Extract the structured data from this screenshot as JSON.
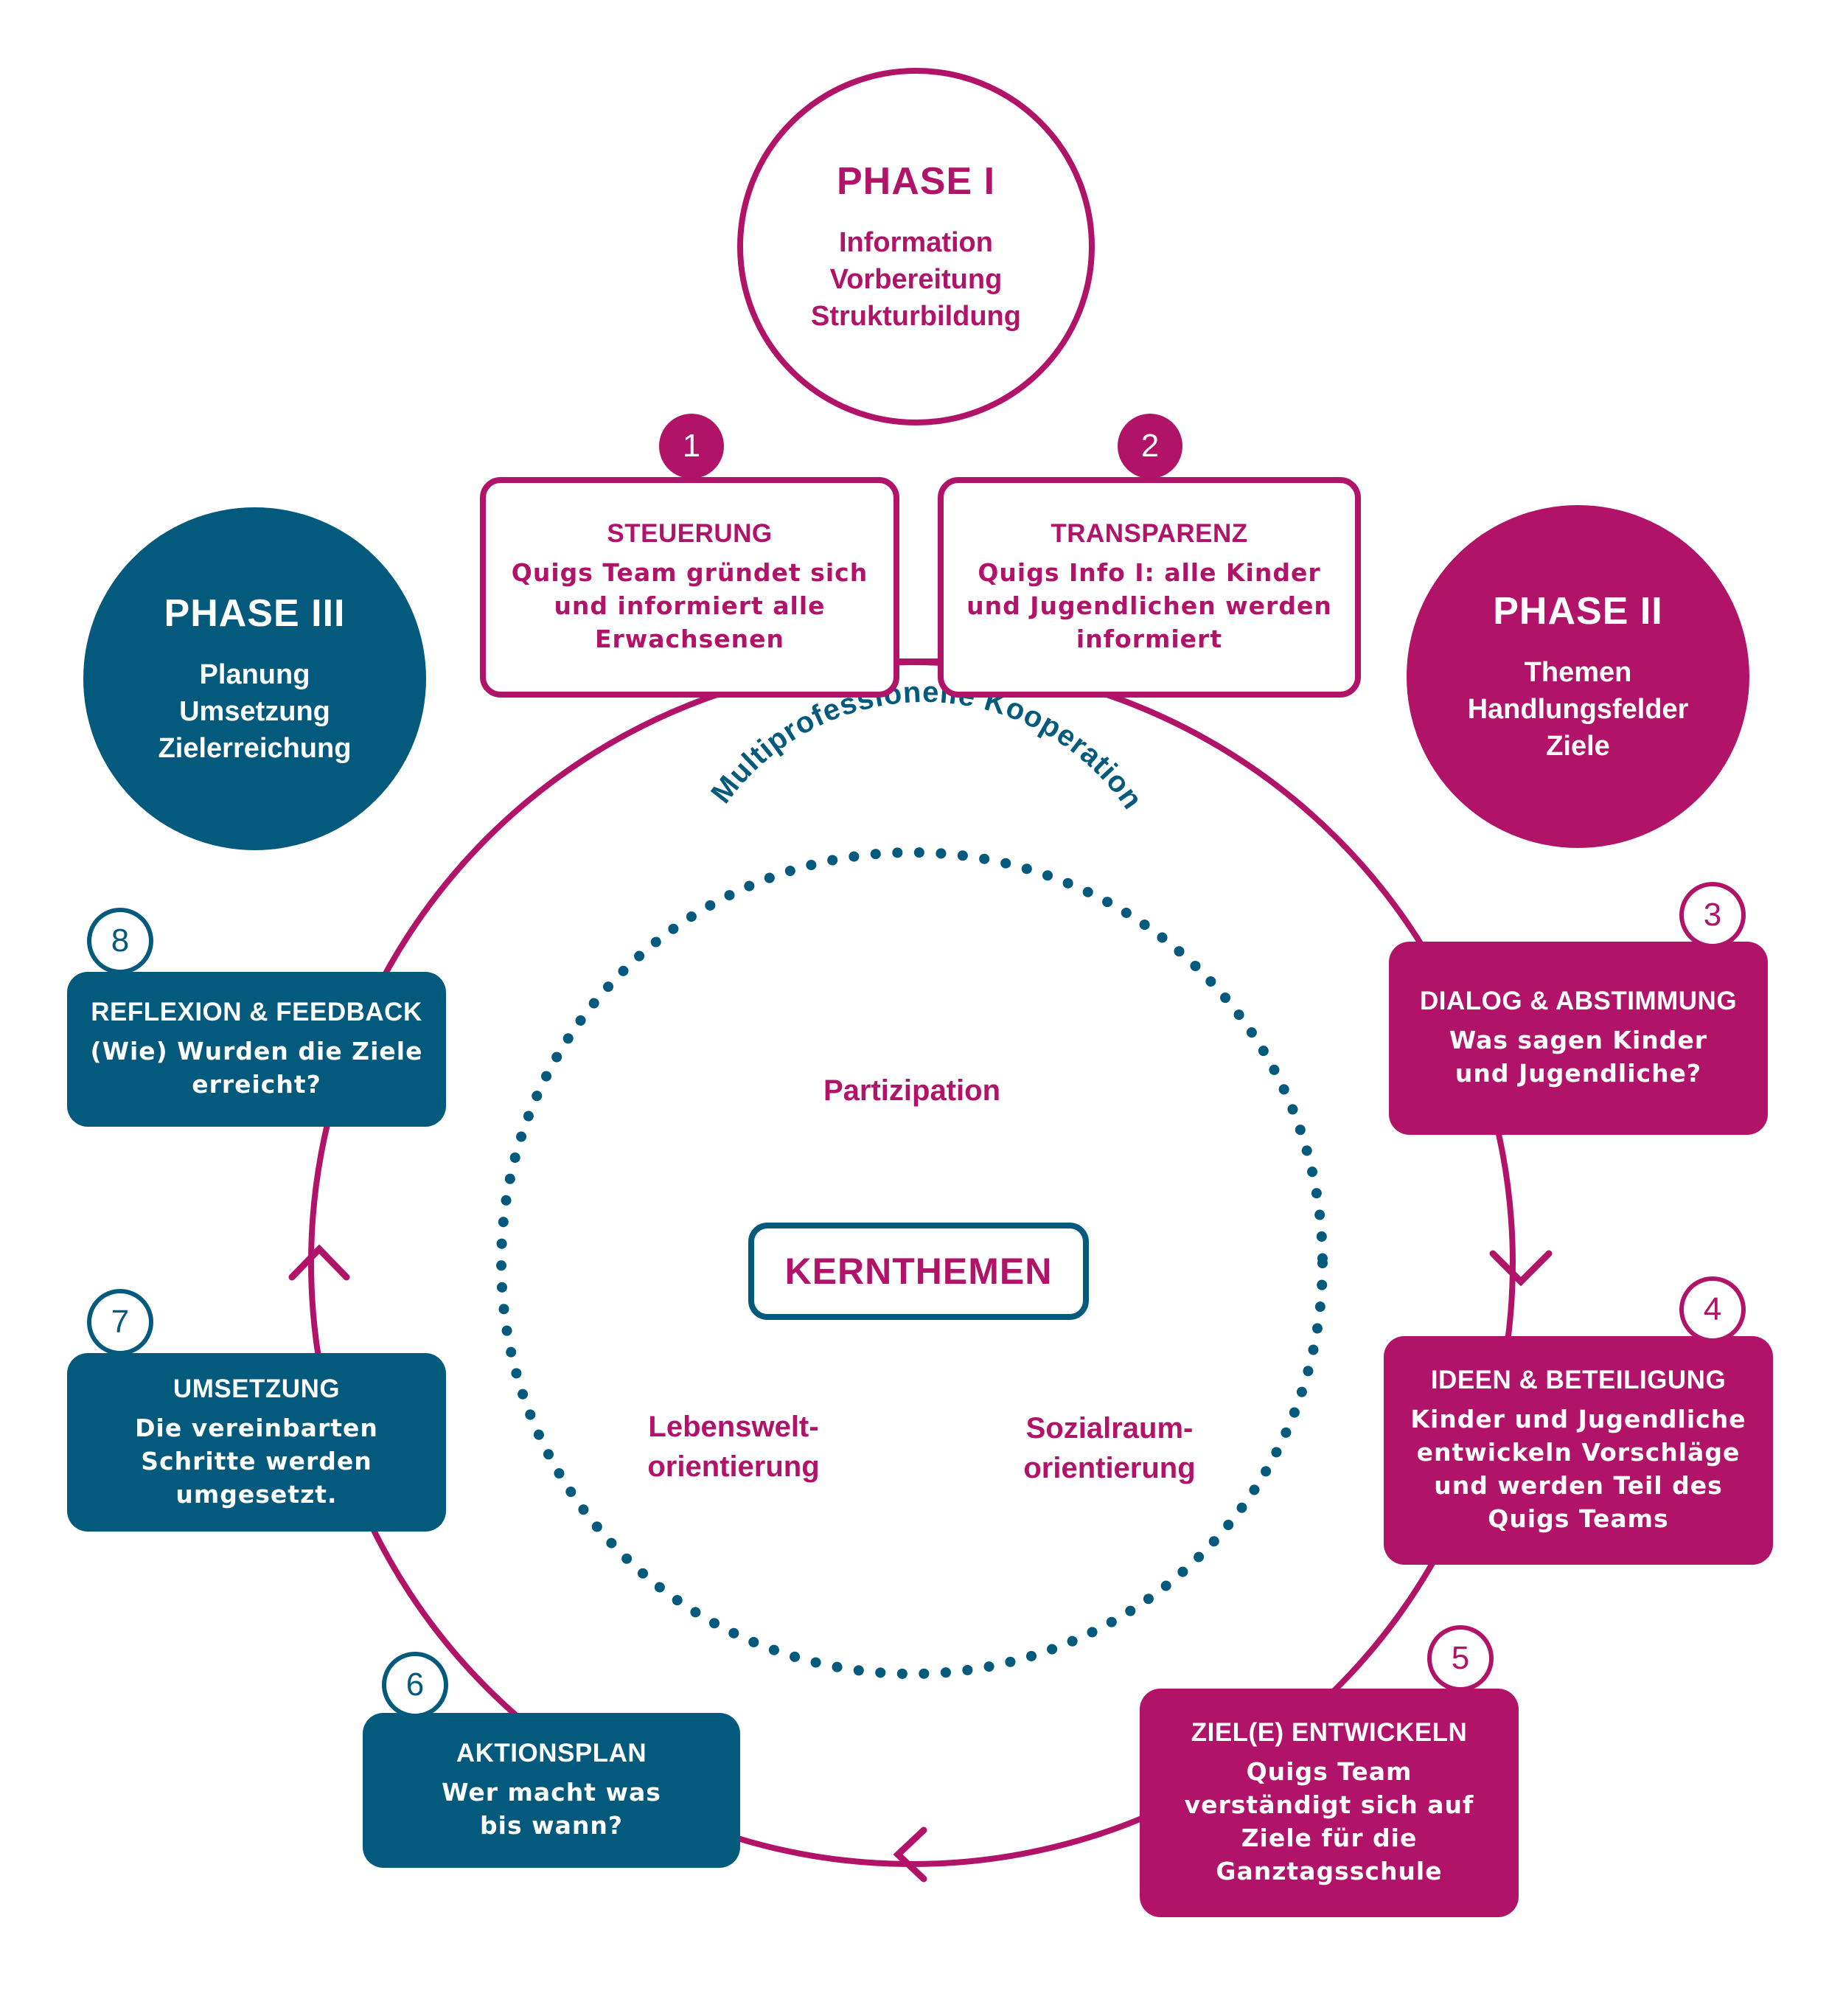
{
  "colors": {
    "magenta": "#b01368",
    "teal": "#045a7c",
    "white": "#ffffff"
  },
  "phases": [
    {
      "id": "phase-1",
      "title": "PHASE I",
      "lines": [
        "Information",
        "Vorbereitung",
        "Strukturbildung"
      ]
    },
    {
      "id": "phase-2",
      "title": "PHASE II",
      "lines": [
        "Themen",
        "Handlungsfelder",
        "Ziele"
      ]
    },
    {
      "id": "phase-3",
      "title": "PHASE III",
      "lines": [
        "Planung",
        "Umsetzung",
        "Zielerreichung"
      ]
    }
  ],
  "steps": [
    {
      "number": "1",
      "title": "STEUERUNG",
      "desc": "Quigs Team gründet sich\nund informiert alle\nErwachsenen"
    },
    {
      "number": "2",
      "title": "TRANSPARENZ",
      "desc": "Quigs Info I: alle Kinder\nund Jugendlichen werden\ninformiert"
    },
    {
      "number": "3",
      "title": "DIALOG & ABSTIMMUNG",
      "desc": "Was sagen Kinder\nund Jugendliche?"
    },
    {
      "number": "4",
      "title": "IDEEN & BETEILIGUNG",
      "desc": "Kinder und Jugendliche\nentwickeln Vorschläge\nund werden Teil des\nQuigs Teams"
    },
    {
      "number": "5",
      "title": "ZIEL(E) ENTWICKELN",
      "desc": "Quigs Team\nverständigt sich auf\nZiele für die\nGanztagsschule"
    },
    {
      "number": "6",
      "title": "AKTIONSPLAN",
      "desc": "Wer macht was\nbis wann?"
    },
    {
      "number": "7",
      "title": "UMSETZUNG",
      "desc": "Die vereinbarten\nSchritte werden\numgesetzt."
    },
    {
      "number": "8",
      "title": "REFLEXION & FEEDBACK",
      "desc": "(Wie) Wurden die Ziele\nerreicht?"
    }
  ],
  "inner": {
    "arc_label": "Multiprofessionelle Kooperation",
    "center_title": "KERNTHEMEN",
    "top_label": "Partizipation",
    "left_label": "Lebenswelt-\norientierung",
    "right_label": "Sozialraum-\norientierung"
  }
}
